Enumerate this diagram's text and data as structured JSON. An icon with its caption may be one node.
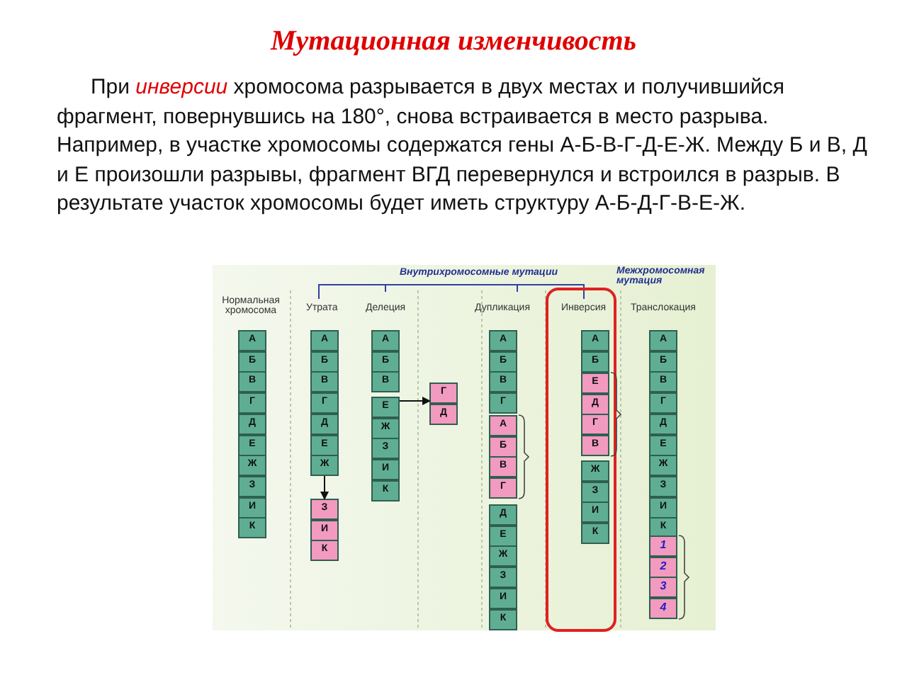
{
  "diagram": {
    "title": "Мутационная изменчивость",
    "nodes": [
      {
        "text": [
          "А"
        ]
      },
      {
        "text": [
          "Б"
        ]
      },
      {
        "text": [
          "В"
        ]
      },
      {
        "text": [
          "Г"
        ]
      },
      {
        "text": [
          "Д"
        ]
      },
      {
        "text": [
          "Е"
        ]
      },
      {
        "text": [
          "Ж"
        ]
      },
      {
        "text": [
          "З"
        ]
      },
      {
        "text": [
          "И"
        ]
      },
      {
        "text": [
          "К"
        ]
      },
      {
        "text": [
          "А"
        ]
      },
      {
        "text": [
          "Б"
        ]
      },
      {
        "text": [
          "В"
        ]
      },
      {
        "text": [
          "Г"
        ]
      },
      {
        "text": [
          "Д"
        ]
      },
      {
        "text": [
          "Е"
        ]
      },
      {
        "text": [
          "Ж"
        ]
      },
      {
        "text": [
          "З"
        ]
      },
      {
        "text": [
          "И"
        ]
      },
      {
        "text": [
          "К"
        ]
      },
      {
        "text": [
          "А"
        ]
      },
      {
        "text": [
          "Б"
        ]
      },
      {
        "text": [
          "В"
        ]
      },
      {
        "text": [
          "Е"
        ]
      },
      {
        "text": [
          "Ж"
        ]
      },
      {
        "text": [
          "З"
        ]
      },
      {
        "text": [
          "И"
        ]
      },
      {
        "text": [
          "К"
        ]
      },
      {
        "text": [
          "Г"
        ]
      },
      {
        "text": [
          "Д"
        ]
      },
      {
        "text": [
          "А"
        ]
      },
      {
        "text": [
          "Б"
        ]
      },
      {
        "text": [
          "В"
        ]
      },
      {
        "text": [
          "Г"
        ]
      },
      {
        "text": [
          "А"
        ]
      },
      {
        "text": [
          "Б"
        ]
      },
      {
        "text": [
          "В"
        ]
      },
      {
        "text": [
          "Г"
        ]
      },
      {
        "text": [
          "Д"
        ]
      },
      {
        "text": [
          "Е"
        ]
      },
      {
        "text": [
          "Ж"
        ]
      },
      {
        "text": [
          "З"
        ]
      },
      {
        "text": [
          "И"
        ]
      },
      {
        "text": [
          "К"
        ]
      },
      {
        "text": [
          "Инверсия"
        ]
      },
      {
        "text": [
          "А"
        ],
        "in": 44
      },
      {
        "text": [
          "Б"
        ],
        "in": 44
      },
      {
        "text": [
          "Е"
        ],
        "in": 44
      },
      {
        "text": [
          "Д"
        ],
        "in": 44
      },
      {
        "text": [
          "Г"
        ],
        "in": 44
      },
      {
        "text": [
          "В"
        ],
        "in": 44
      },
      {
        "text": [
          "Ж"
        ],
        "in": 44
      },
      {
        "text": [
          "З"
        ],
        "in": 44
      },
      {
        "text": [
          "И"
        ],
        "in": 44
      },
      {
        "text": [
          "К"
        ],
        "in": 44
      },
      {
        "text": [
          "А"
        ]
      },
      {
        "text": [
          "Б"
        ]
      },
      {
        "text": [
          "В"
        ]
      },
      {
        "text": [
          "Г"
        ]
      },
      {
        "text": [
          "Д"
        ]
      },
      {
        "text": [
          "Е"
        ]
      },
      {
        "text": [
          "Ж"
        ]
      },
      {
        "text": [
          "З"
        ]
      },
      {
        "text": [
          "И"
        ]
      },
      {
        "text": [
          "К"
        ]
      },
      {
        "text": [
          "1"
        ]
      },
      {
        "text": [
          "2"
        ]
      },
      {
        "text": [
          "3"
        ]
      },
      {
        "text": [
          "4"
        ]
      }
    ],
    "edges": [
      {
        "from": 16,
        "to": 17,
        "arrow": "to"
      },
      {
        "from": 23,
        "to": 28,
        "arrow": "to"
      }
    ],
    "labels": [
      "При *инверсии* хромосома разрывается в двух местах и получившийся фрагмент, повернувшись на 180°, снова встраивается в место разрыва. Например, в участке хромосомы содержатся гены А-Б-В-Г-Д-Е-Ж. Между Б и В, Д и Е произошли разрывы, фрагмент ВГД перевернулся и встроился в разрыв. В результате участок хромосомы будет иметь структуру А-Б-Д-Г-В-Е-Ж.",
      "Внутрихромосомные мутации",
      "Межхромосомная мутация",
      "Нормальная хромосома",
      "Утрата",
      "Делеция",
      "Дупликация",
      "Транслокация"
    ]
  }
}
